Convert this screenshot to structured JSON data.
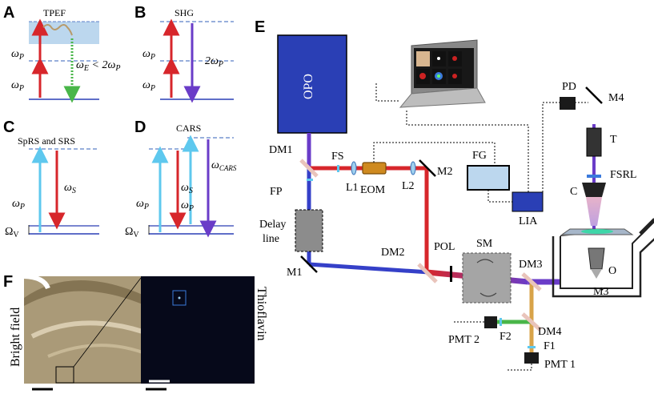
{
  "panels": {
    "A": "A",
    "B": "B",
    "C": "C",
    "D": "D",
    "E": "E",
    "F": "F"
  },
  "energy": {
    "A": {
      "title": "TPEF",
      "omega_p": "ω",
      "sub_p": "P",
      "emission": "ω",
      "emission_sub": "E",
      "relation": " < 2ω",
      "relation_sub": "P"
    },
    "B": {
      "title": "SHG",
      "omega_p": "ω",
      "sub_p": "P",
      "emission": "2ω",
      "emission_sub": "P"
    },
    "C": {
      "title": "SpRS and SRS",
      "omega_p": "ω",
      "sub_p": "P",
      "omega_s": "ω",
      "sub_s": "S",
      "vib": "Ω",
      "vib_sub": "V"
    },
    "D": {
      "title": "CARS",
      "omega_p": "ω",
      "sub_p": "P",
      "omega_s": "ω",
      "sub_s": "S",
      "omega_cars": "ω",
      "cars_sub": "CARS",
      "vib": "Ω",
      "vib_sub": "V"
    }
  },
  "setup": {
    "opo": "OPO",
    "components": {
      "dm1": "DM1",
      "fs": "FS",
      "l1": "L1",
      "eom": "EOM",
      "l2": "L2",
      "m2": "M2",
      "fp": "FP",
      "delay": "Delay",
      "line": "line",
      "m1": "M1",
      "dm2": "DM2",
      "pol": "POL",
      "sm": "SM",
      "dm3": "DM3",
      "m3": "M3",
      "o": "O",
      "dm4": "DM4",
      "f1": "F1",
      "f2": "F2",
      "pmt1": "PMT 1",
      "pmt2": "PMT 2",
      "fg": "FG",
      "lia": "LIA",
      "pd": "PD",
      "m4": "M4",
      "t": "T",
      "fsrl": "FSRL",
      "c": "C"
    }
  },
  "panel_f": {
    "bright": "Bright field",
    "thio": "Thioflavin"
  },
  "colors": {
    "pump": "#d7262b",
    "stokes_blue": "#3540c8",
    "cyan": "#5ec8ee",
    "violet": "#6a3cc8",
    "green": "#49b649",
    "orange": "#d8a349",
    "opo": "#2a3fb5"
  }
}
